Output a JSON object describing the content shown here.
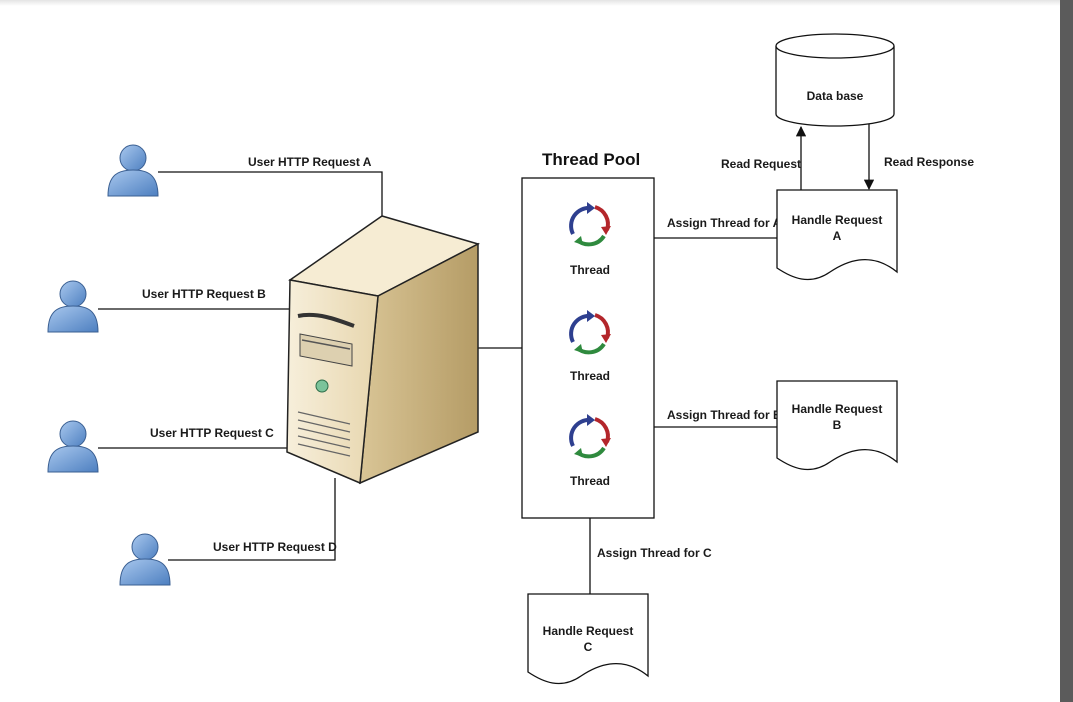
{
  "users": [
    {
      "label": "User HTTP Request A"
    },
    {
      "label": "User HTTP Request B"
    },
    {
      "label": "User HTTP Request C"
    },
    {
      "label": "User HTTP Request D"
    }
  ],
  "thread_pool": {
    "title": "Thread Pool",
    "threads": [
      {
        "label": "Thread"
      },
      {
        "label": "Thread"
      },
      {
        "label": "Thread"
      }
    ]
  },
  "assignments": [
    {
      "label": "Assign Thread for A"
    },
    {
      "label": "Assign Thread for B"
    },
    {
      "label": "Assign Thread for C"
    }
  ],
  "handlers": [
    {
      "line1": "Handle Request",
      "line2": "A"
    },
    {
      "line1": "Handle Request",
      "line2": "B"
    },
    {
      "line1": "Handle Request",
      "line2": "C"
    }
  ],
  "database": {
    "label": "Data base",
    "read_request": "Read Request",
    "read_response": "Read Response"
  },
  "colors": {
    "user_fill": "#6f9fd8",
    "server_fill": "#efe3c4",
    "thread_red": "#b3262b",
    "thread_green": "#2f8a3e",
    "thread_blue": "#2e3f8f"
  }
}
